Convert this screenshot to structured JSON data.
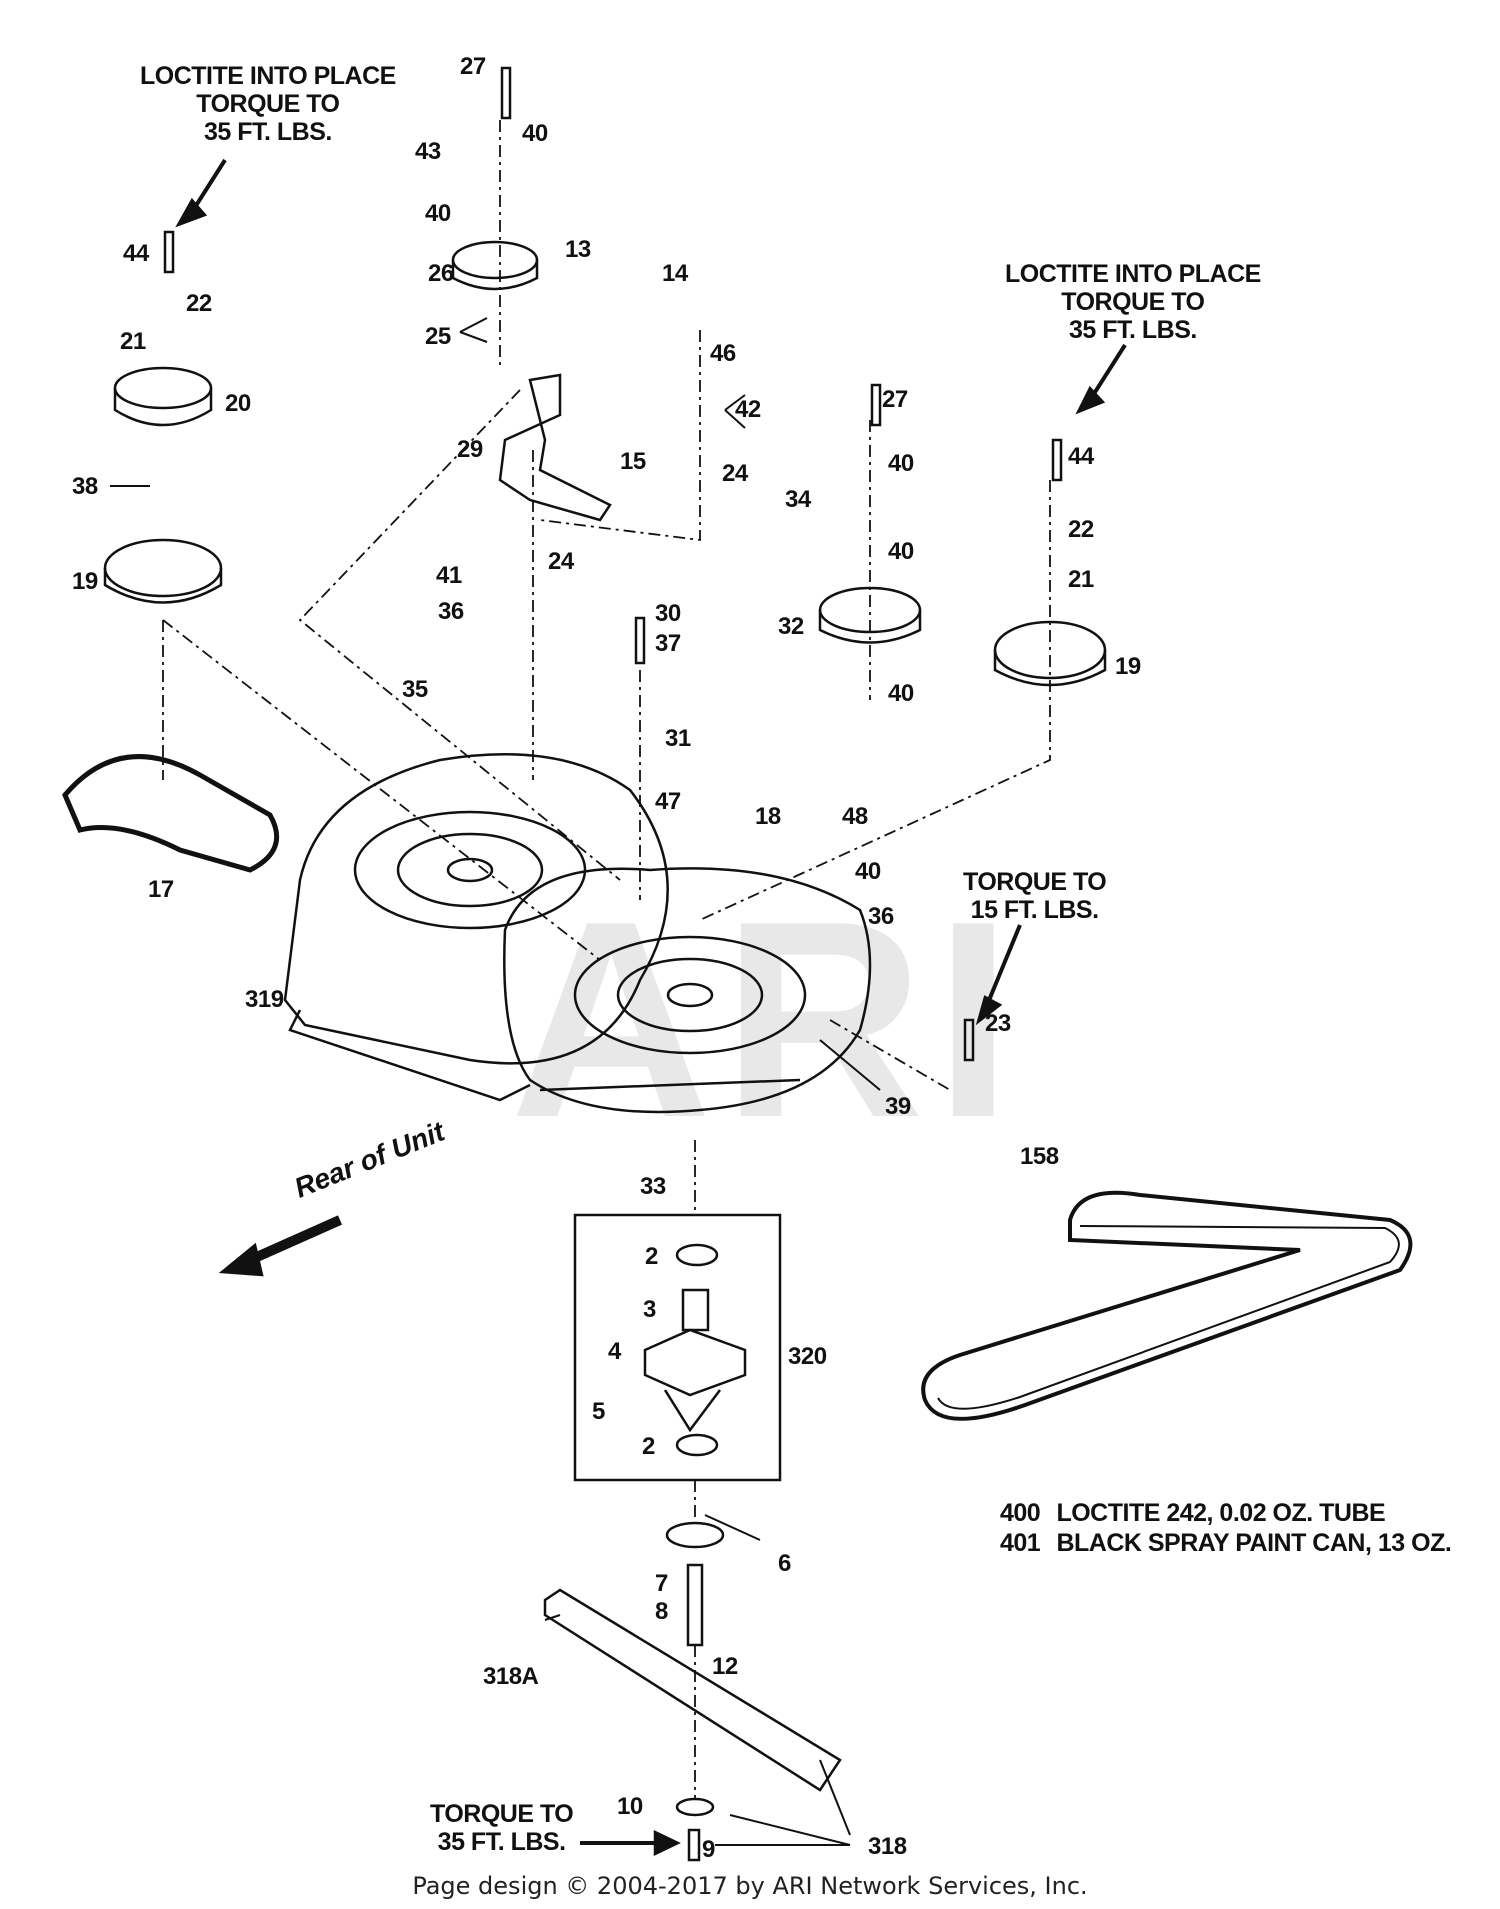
{
  "notes": {
    "top_left": [
      "LOCTITE INTO PLACE",
      "TORQUE TO",
      "35 FT. LBS."
    ],
    "top_right": [
      "LOCTITE INTO PLACE",
      "TORQUE TO",
      "35 FT. LBS."
    ],
    "mid_right": [
      "TORQUE TO",
      "15 FT. LBS."
    ],
    "bottom": [
      "TORQUE TO",
      "35 FT. LBS."
    ],
    "rear": "Rear of Unit"
  },
  "legend": [
    {
      "num": "400",
      "text": "LOCTITE 242, 0.02 OZ. TUBE"
    },
    {
      "num": "401",
      "text": "BLACK SPRAY PAINT CAN, 13 OZ."
    }
  ],
  "watermark": "ARI",
  "footer": "Page design © 2004-2017 by ARI Network Services, Inc.",
  "callouts": {
    "c27a": "27",
    "c40a": "40",
    "c43": "43",
    "c40b": "40",
    "c26": "26",
    "c13": "13",
    "c14": "14",
    "c25": "25",
    "c44a": "44",
    "c22a": "22",
    "c21a": "21",
    "c20": "20",
    "c38": "38",
    "c19a": "19",
    "c46": "46",
    "c42": "42",
    "c24a": "24",
    "c29": "29",
    "c15": "15",
    "c41": "41",
    "c24b": "24",
    "c36a": "36",
    "c35": "35",
    "c17": "17",
    "c30": "30",
    "c37": "37",
    "c31": "31",
    "c47": "47",
    "c27b": "27",
    "c40c": "40",
    "c34": "34",
    "c40d": "40",
    "c32": "32",
    "c40e": "40",
    "c44b": "44",
    "c22b": "22",
    "c21b": "21",
    "c19b": "19",
    "c18": "18",
    "c48": "48",
    "c40f": "40",
    "c36b": "36",
    "c23": "23",
    "c319": "319",
    "c39": "39",
    "c158": "158",
    "c33": "33",
    "c2a": "2",
    "c3": "3",
    "c4": "4",
    "c320": "320",
    "c5": "5",
    "c2b": "2",
    "c6": "6",
    "c7": "7",
    "c8": "8",
    "c12": "12",
    "c318a": "318A",
    "c10": "10",
    "c9": "9",
    "c318b": "318"
  }
}
